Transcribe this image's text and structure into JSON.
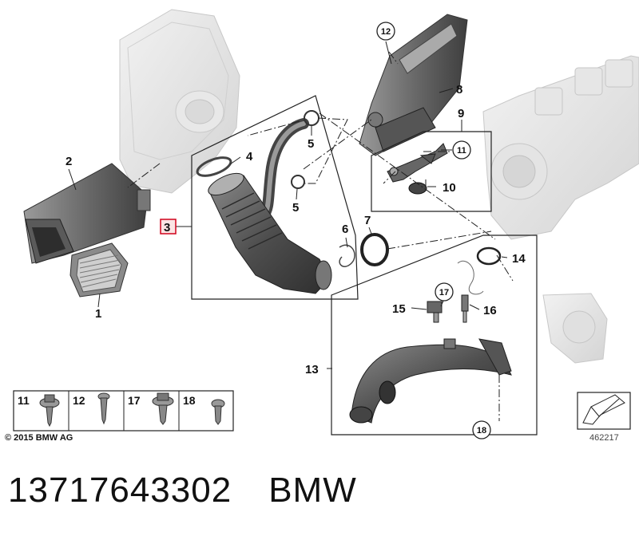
{
  "callouts": {
    "c1": "1",
    "c2": "2",
    "c3": "3",
    "c4": "4",
    "c5a": "5",
    "c5b": "5",
    "c6": "6",
    "c7": "7",
    "c8": "8",
    "c9": "9",
    "c10": "10",
    "c11": "11",
    "c12": "12",
    "c13": "13",
    "c14": "14",
    "c15": "15",
    "c16": "16",
    "c17": "17",
    "c18": "18"
  },
  "fastener_box": {
    "items": [
      {
        "label": "11",
        "icon": "flange-screw-icon"
      },
      {
        "label": "12",
        "icon": "self-tapping-screw-icon"
      },
      {
        "label": "17",
        "icon": "flange-screw-icon"
      },
      {
        "label": "18",
        "icon": "pan-head-screw-icon"
      }
    ]
  },
  "footer": {
    "copyright": "© 2015 BMW AG",
    "diagram_id": "462217"
  },
  "caption": {
    "part_number": "13717643302",
    "brand": "BMW"
  },
  "colors": {
    "highlight": "#d0021b",
    "part_dark": "#555555",
    "part_light": "#dddddd"
  }
}
